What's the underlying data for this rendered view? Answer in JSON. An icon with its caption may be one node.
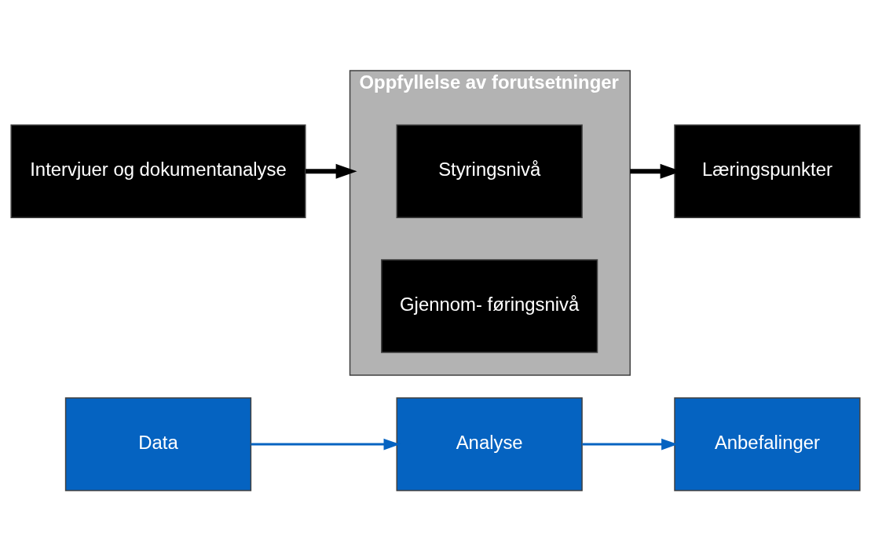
{
  "diagram": {
    "nodes": [
      {
        "text": [
          "Data"
        ]
      },
      {
        "text": [
          "Analyse"
        ]
      },
      {
        "text": [
          "Anbefalinger"
        ]
      },
      {
        "text": [
          "Intervjuer og dokumentanalyse"
        ]
      },
      {
        "text": [
          "Oppfyllelse av forutsetninger"
        ]
      },
      {
        "text": [
          "Styringsnivå"
        ],
        "in": 4
      },
      {
        "text": [
          "Gjennom- føringsnivå"
        ],
        "in": 4
      },
      {
        "text": [
          "Læringspunkter"
        ]
      }
    ],
    "edges": [
      {
        "from": 0,
        "to": 1,
        "arrow": "to",
        "color": "#0563c1"
      },
      {
        "from": 1,
        "to": 2,
        "arrow": "to",
        "color": "#0563c1"
      },
      {
        "from": 3,
        "to": 4,
        "arrow": "to",
        "style": "thick",
        "color": "#000000"
      },
      {
        "from": 4,
        "to": 7,
        "arrow": "to",
        "style": "thick",
        "color": "#000000"
      }
    ]
  }
}
